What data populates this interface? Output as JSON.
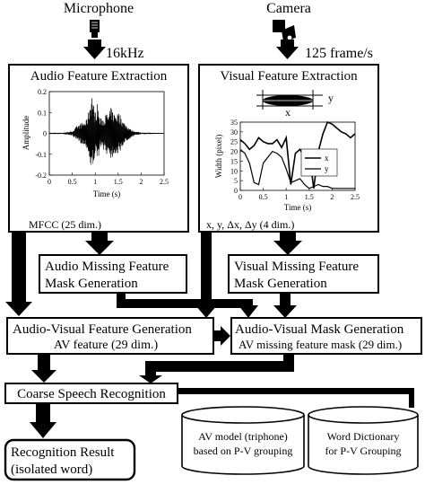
{
  "inputs": {
    "microphone_label": "Microphone",
    "camera_label": "Camera",
    "audio_rate": "16kHz",
    "video_rate": "125 frame/s"
  },
  "audio_box": {
    "title": "Audio Feature Extraction",
    "feature_label": "MFCC (25 dim.)"
  },
  "visual_box": {
    "title": "Visual Feature Extraction",
    "feature_label": "x, y, Δx, Δy (4 dim.)",
    "lip_x_label": "x",
    "lip_y_label": "y"
  },
  "audio_missing": {
    "line1": "Audio Missing Feature",
    "line2": "Mask Generation"
  },
  "visual_missing": {
    "line1": "Visual Missing Feature",
    "line2": "Mask Generation"
  },
  "av_feature": {
    "title": "Audio-Visual Feature Generation",
    "subtitle": "AV feature (29 dim.)"
  },
  "av_mask": {
    "title": "Audio-Visual Mask Generation",
    "subtitle": "AV missing feature mask (29 dim.)"
  },
  "coarse": {
    "title": "Coarse Speech Recognition"
  },
  "av_model": {
    "line1": "AV model (triphone)",
    "line2": "based on P-V grouping"
  },
  "word_dict": {
    "line1": "Word Dictionary",
    "line2": "for P-V Grouping"
  },
  "result": {
    "line1": "Recognition Result",
    "line2": "(isolated word)"
  },
  "chart_data": [
    {
      "type": "line",
      "xlabel": "Time (s)",
      "ylabel": "Amplitude",
      "xlim": [
        0,
        2.5
      ],
      "ylim": [
        -0.2,
        0.2
      ],
      "xticks": [
        "0",
        "0.5",
        "1",
        "1.5",
        "2",
        "2.5"
      ],
      "yticks": [
        "0.2",
        "0.1",
        "0",
        "-0.1",
        "-0.2"
      ],
      "envelope": {
        "t": [
          0,
          0.3,
          0.5,
          0.6,
          0.7,
          0.8,
          0.85,
          0.9,
          0.93,
          0.97,
          1.0,
          1.05,
          1.1,
          1.2,
          1.25,
          1.3,
          1.35,
          1.4,
          1.5,
          1.55,
          1.6,
          1.7,
          1.8,
          1.9,
          2.0,
          2.2,
          2.5
        ],
        "amp": [
          0.003,
          0.003,
          0.01,
          0.035,
          0.05,
          0.06,
          0.1,
          0.17,
          0.2,
          0.13,
          0.1,
          0.15,
          0.07,
          0.08,
          0.1,
          0.09,
          0.13,
          0.1,
          0.1,
          0.09,
          0.06,
          0.035,
          0.015,
          0.008,
          0.004,
          0.003,
          0.002
        ]
      }
    },
    {
      "type": "line",
      "xlabel": "Time (s)",
      "ylabel": "Width (pixel)",
      "xlim": [
        0,
        2.5
      ],
      "ylim": [
        0,
        35
      ],
      "xticks": [
        "0",
        "0.5",
        "1",
        "1.5",
        "2",
        "2.5"
      ],
      "yticks": [
        "0",
        "5",
        "10",
        "15",
        "20",
        "25",
        "30",
        "35"
      ],
      "legend": [
        "x",
        "y"
      ],
      "legend_position": "bottom-right",
      "series": [
        {
          "name": "x",
          "x": [
            0,
            0.1,
            0.2,
            0.3,
            0.4,
            0.5,
            0.6,
            0.7,
            0.8,
            0.9,
            1.0,
            1.1,
            1.2,
            1.3,
            1.4,
            1.5,
            1.6,
            1.7,
            1.8,
            1.9,
            2.0,
            2.1,
            2.2,
            2.3,
            2.4,
            2.5
          ],
          "y": [
            26,
            24,
            21,
            23,
            27,
            25,
            24,
            24,
            26,
            22,
            27,
            3,
            19,
            21,
            17,
            19,
            1,
            20,
            29,
            35,
            34,
            32,
            30,
            29,
            27,
            29
          ]
        },
        {
          "name": "y",
          "x": [
            0,
            0.1,
            0.2,
            0.3,
            0.4,
            0.5,
            0.6,
            0.7,
            0.8,
            0.9,
            1.0,
            1.1,
            1.2,
            1.3,
            1.4,
            1.5,
            1.6,
            1.7,
            1.8,
            1.9,
            2.0,
            2.1,
            2.2,
            2.3,
            2.4,
            2.5
          ],
          "y": [
            21,
            19,
            14,
            4,
            3,
            14,
            17,
            20,
            19,
            17,
            11,
            4,
            5,
            6,
            3,
            1,
            2,
            3,
            2,
            2,
            1,
            1,
            1,
            1,
            1,
            1
          ]
        }
      ]
    }
  ]
}
